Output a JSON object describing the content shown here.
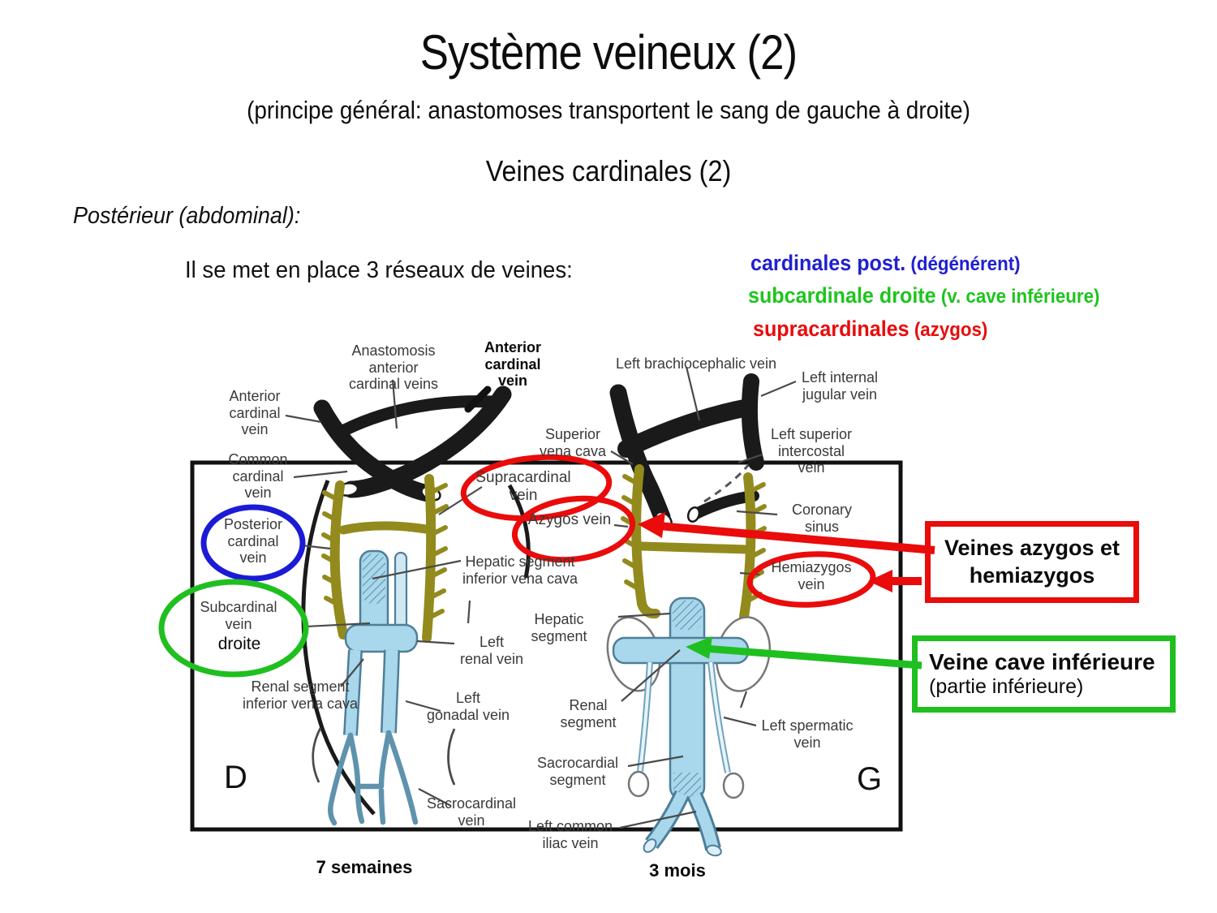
{
  "slide": {
    "title": "Système veineux (2)",
    "subtitle": "(principe général: anastomoses transportent le sang de gauche à droite)",
    "section_heading": "Veines cardinales (2)",
    "region_heading": "Postérieur (abdominal):",
    "intro_text": "Il se met en place 3 réseaux de veines:",
    "legend": {
      "cardinal_label": "cardinales post.",
      "cardinal_note": " (dégénérent)",
      "cardinal_color": "#2020d2",
      "subcardinal_label": "subcardinale droite",
      "subcardinal_note": " (v. cave inférieure)",
      "subcardinal_color": "#1ec41e",
      "supracardinal_label": "supracardinales",
      "supracardinal_note": " (azygos)",
      "supracardinal_color": "#ea0b0b"
    }
  },
  "figure": {
    "caption_left": "7 semaines",
    "caption_right": "3 mois",
    "side_marker_left": "D",
    "side_marker_right": "G",
    "labels": {
      "anterior_cardinal_left": "Anterior\ncardinal\nvein",
      "anastomosis": "Anastomosis\nanterior\ncardinal veins",
      "anterior_cardinal_callout": "Anterior\ncardinal\nvein",
      "common_cardinal": "Common\ncardinal\nvein",
      "superior_vena_cava": "Superior\nvena cava",
      "posterior_cardinal": "Posterior\ncardinal\nvein",
      "subcardinal": "Subcardinal\nvein",
      "subcardinal_note": "droite",
      "supracardinal": "Supracardinal\nvein",
      "azygos": "Azygos vein",
      "hepatic_segment_ivc": "Hepatic segment\ninferior vena cava",
      "left_renal": "Left\nrenal vein",
      "renal_segment_ivc": "Renal segment\ninferior vena cava",
      "left_gonadal": "Left\ngonadal vein",
      "sacrocardinal": "Sacrocardinal\nvein",
      "left_brachiocephalic": "Left brachiocephalic vein",
      "left_internal_jugular": "Left internal\njugular vein",
      "left_superior_intercostal": "Left superior\nintercostal\nvein",
      "coronary_sinus": "Coronary\nsinus",
      "hemiazygos": "Hemiazygos\nvein",
      "hepatic_segment": "Hepatic\nsegment",
      "renal_segment": "Renal\nsegment",
      "sacrocardial_segment": "Sacrocardial\nsegment",
      "left_spermatic": "Left spermatic\nvein",
      "left_common_iliac": "Left common\niliac vein"
    }
  },
  "callouts": {
    "azygos_box_text": "Veines azygos et\nhemiazygos",
    "azygos_box_color": "#ea0b0b",
    "ivc_box_line1": "Veine cave inférieure",
    "ivc_box_line2": "(partie inférieure)",
    "ivc_box_color": "#1fbf1f"
  }
}
